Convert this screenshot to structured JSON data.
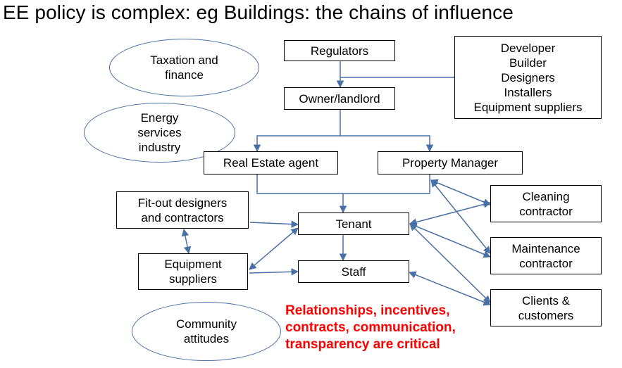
{
  "title": "EE policy is complex: eg Buildings: the chains of influence",
  "nodes": {
    "taxation": [
      "Taxation and",
      "finance"
    ],
    "energy_services": [
      "Energy",
      "services",
      "industry"
    ],
    "community": [
      "Community",
      "attitudes"
    ],
    "regulators": [
      "Regulators"
    ],
    "owner": [
      "Owner/landlord"
    ],
    "developer_group": [
      "Developer",
      "Builder",
      "Designers",
      "Installers",
      "Equipment suppliers"
    ],
    "real_estate": [
      "Real Estate agent"
    ],
    "property_manager": [
      "Property Manager"
    ],
    "fitout": [
      "Fit-out designers",
      "and contractors"
    ],
    "tenant": [
      "Tenant"
    ],
    "staff": [
      "Staff"
    ],
    "equipment": [
      "Equipment",
      "suppliers"
    ],
    "cleaning": [
      "Cleaning",
      "contractor"
    ],
    "maintenance": [
      "Maintenance",
      "contractor"
    ],
    "clients": [
      "Clients &",
      "customers"
    ]
  },
  "callout": [
    "Relationships, incentives,",
    "contracts, communication,",
    "transparency are critical"
  ],
  "colors": {
    "connector": "#4a6fa5",
    "callout": "#ff0000",
    "box_border": "#000000"
  }
}
